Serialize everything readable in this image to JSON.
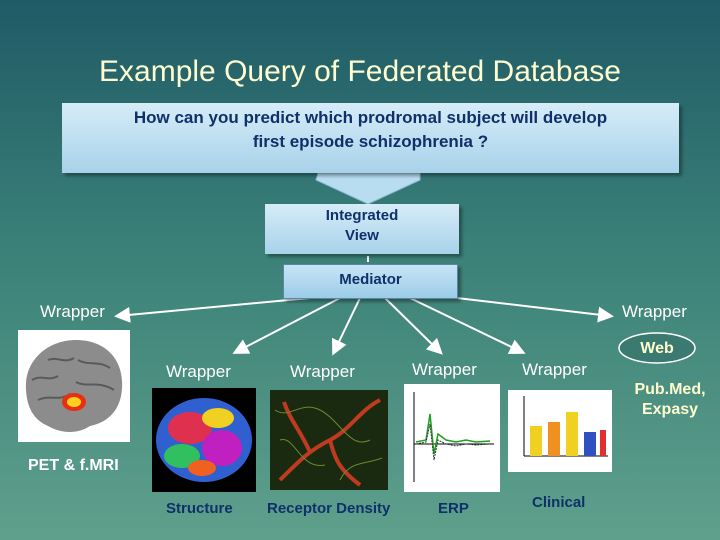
{
  "slide": {
    "title": "Example Query of Federated Database",
    "question_line1": "How can you predict which prodromal subject will develop",
    "question_line2": "first episode schizophrenia ?",
    "integrated_line1": "Integrated",
    "integrated_line2": "View",
    "mediator": "Mediator",
    "wrappers": {
      "left_top": "Wrapper",
      "right_top": "Wrapper",
      "structure": "Wrapper",
      "receptor": "Wrapper",
      "erp": "Wrapper",
      "clinical": "Wrapper"
    },
    "web": "Web",
    "pubmed_line1": "Pub.Med,",
    "pubmed_line2": "Expasy",
    "captions": {
      "pet_fmri": "PET & f.MRI",
      "structure": "Structure",
      "receptor_density": "Receptor Density",
      "erp": "ERP",
      "clinical": "Clinical"
    }
  },
  "colors": {
    "title": "#fffdd0",
    "box_text": "#10306a",
    "arrow": "#ffffff"
  },
  "icons": [
    "brain-pet-image",
    "brain-structure-image",
    "receptor-image",
    "erp-plot",
    "clinical-bar-chart",
    "web-cloud-icon"
  ]
}
